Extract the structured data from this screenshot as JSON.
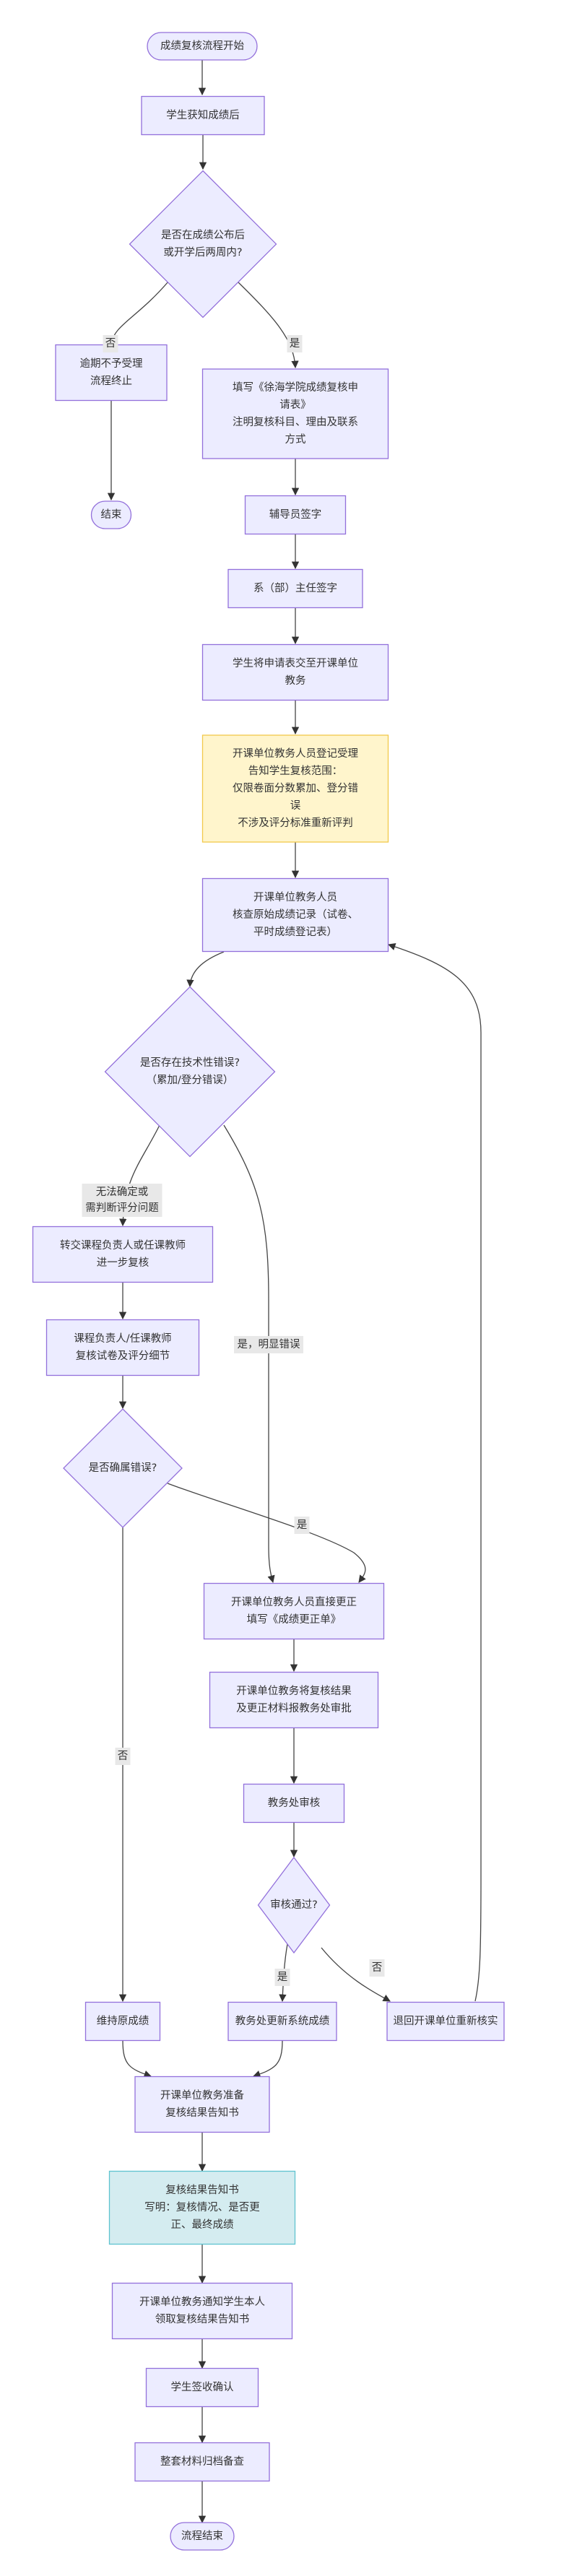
{
  "title": "成绩复核流程",
  "nodes": {
    "start": {
      "lines": [
        "成绩复核流程开始"
      ],
      "shape": "terminal"
    },
    "informed": {
      "lines": [
        "学生获知成绩后"
      ],
      "shape": "process"
    },
    "in_time": {
      "lines": [
        "是否在成绩公布后",
        "或开学后两周内?"
      ],
      "shape": "decision"
    },
    "overdue": {
      "lines": [
        "逾期不予受理",
        "流程终止"
      ],
      "shape": "process"
    },
    "end_early": {
      "lines": [
        "结束"
      ],
      "shape": "terminal"
    },
    "fill_form": {
      "lines": [
        "填写《徐海学院成绩复核申",
        "请表》",
        "注明复核科目、理由及联系",
        "方式"
      ],
      "shape": "process"
    },
    "counselor_sign": {
      "lines": [
        "辅导员签字"
      ],
      "shape": "process"
    },
    "director_sign": {
      "lines": [
        "系（部）主任签字"
      ],
      "shape": "process"
    },
    "submit": {
      "lines": [
        "学生将申请表交至开课单位",
        "教务"
      ],
      "shape": "process"
    },
    "register": {
      "lines": [
        "开课单位教务人员登记受理",
        "告知学生复核范围：",
        "仅限卷面分数累加、登分错",
        "误",
        "不涉及评分标准重新评判"
      ],
      "shape": "note"
    },
    "check_records": {
      "lines": [
        "开课单位教务人员",
        "核查原始成绩记录（试卷、",
        "平时成绩登记表）"
      ],
      "shape": "process"
    },
    "tech_error": {
      "lines": [
        "是否存在技术性错误?",
        "（累加/登分错误）"
      ],
      "shape": "decision"
    },
    "forward": {
      "lines": [
        "转交课程负责人或任课教师",
        "进一步复核"
      ],
      "shape": "process"
    },
    "teacher_review": {
      "lines": [
        "课程负责人/任课教师",
        "复核试卷及评分细节"
      ],
      "shape": "process"
    },
    "is_error": {
      "lines": [
        "是否确属错误?"
      ],
      "shape": "decision"
    },
    "correct": {
      "lines": [
        "开课单位教务人员直接更正",
        "填写《成绩更正单》"
      ],
      "shape": "process"
    },
    "report": {
      "lines": [
        "开课单位教务将复核结果",
        "及更正材料报教务处审批"
      ],
      "shape": "process"
    },
    "office_review": {
      "lines": [
        "教务处审核"
      ],
      "shape": "process"
    },
    "approved": {
      "lines": [
        "审核通过?"
      ],
      "shape": "decision"
    },
    "keep": {
      "lines": [
        "维持原成绩"
      ],
      "shape": "process"
    },
    "update": {
      "lines": [
        "教务处更新系统成绩"
      ],
      "shape": "process"
    },
    "return": {
      "lines": [
        "退回开课单位重新核实"
      ],
      "shape": "process"
    },
    "prepare_notice": {
      "lines": [
        "开课单位教务准备",
        "复核结果告知书"
      ],
      "shape": "process"
    },
    "notice": {
      "lines": [
        "复核结果告知书",
        "写明：复核情况、是否更",
        "正、最终成绩"
      ],
      "shape": "result"
    },
    "notify": {
      "lines": [
        "开课单位教务通知学生本人",
        "领取复核结果告知书"
      ],
      "shape": "process"
    },
    "confirm": {
      "lines": [
        "学生签收确认"
      ],
      "shape": "process"
    },
    "archive": {
      "lines": [
        "整套材料归档备查"
      ],
      "shape": "process"
    },
    "end": {
      "lines": [
        "流程结束"
      ],
      "shape": "terminal"
    }
  },
  "edges": [
    {
      "from": "start",
      "to": "informed",
      "label": []
    },
    {
      "from": "informed",
      "to": "in_time",
      "label": []
    },
    {
      "from": "in_time",
      "to": "overdue",
      "label": [
        "否"
      ]
    },
    {
      "from": "in_time",
      "to": "fill_form",
      "label": [
        "是"
      ]
    },
    {
      "from": "overdue",
      "to": "end_early",
      "label": []
    },
    {
      "from": "fill_form",
      "to": "counselor_sign",
      "label": []
    },
    {
      "from": "counselor_sign",
      "to": "director_sign",
      "label": []
    },
    {
      "from": "director_sign",
      "to": "submit",
      "label": []
    },
    {
      "from": "submit",
      "to": "register",
      "label": []
    },
    {
      "from": "register",
      "to": "check_records",
      "label": []
    },
    {
      "from": "check_records",
      "to": "tech_error",
      "label": []
    },
    {
      "from": "tech_error",
      "to": "forward",
      "label": [
        "无法确定或",
        "需判断评分问题"
      ]
    },
    {
      "from": "tech_error",
      "to": "correct",
      "label": [
        "是，明显错误"
      ]
    },
    {
      "from": "forward",
      "to": "teacher_review",
      "label": []
    },
    {
      "from": "teacher_review",
      "to": "is_error",
      "label": []
    },
    {
      "from": "is_error",
      "to": "correct",
      "label": [
        "是"
      ]
    },
    {
      "from": "is_error",
      "to": "keep",
      "label": [
        "否"
      ]
    },
    {
      "from": "correct",
      "to": "report",
      "label": []
    },
    {
      "from": "report",
      "to": "office_review",
      "label": []
    },
    {
      "from": "office_review",
      "to": "approved",
      "label": []
    },
    {
      "from": "approved",
      "to": "update",
      "label": [
        "是"
      ]
    },
    {
      "from": "approved",
      "to": "return",
      "label": [
        "否"
      ]
    },
    {
      "from": "return",
      "to": "check_records",
      "label": []
    },
    {
      "from": "keep",
      "to": "prepare_notice",
      "label": []
    },
    {
      "from": "update",
      "to": "prepare_notice",
      "label": []
    },
    {
      "from": "prepare_notice",
      "to": "notice",
      "label": []
    },
    {
      "from": "notice",
      "to": "notify",
      "label": []
    },
    {
      "from": "notify",
      "to": "confirm",
      "label": []
    },
    {
      "from": "confirm",
      "to": "archive",
      "label": []
    },
    {
      "from": "archive",
      "to": "end",
      "label": []
    }
  ]
}
